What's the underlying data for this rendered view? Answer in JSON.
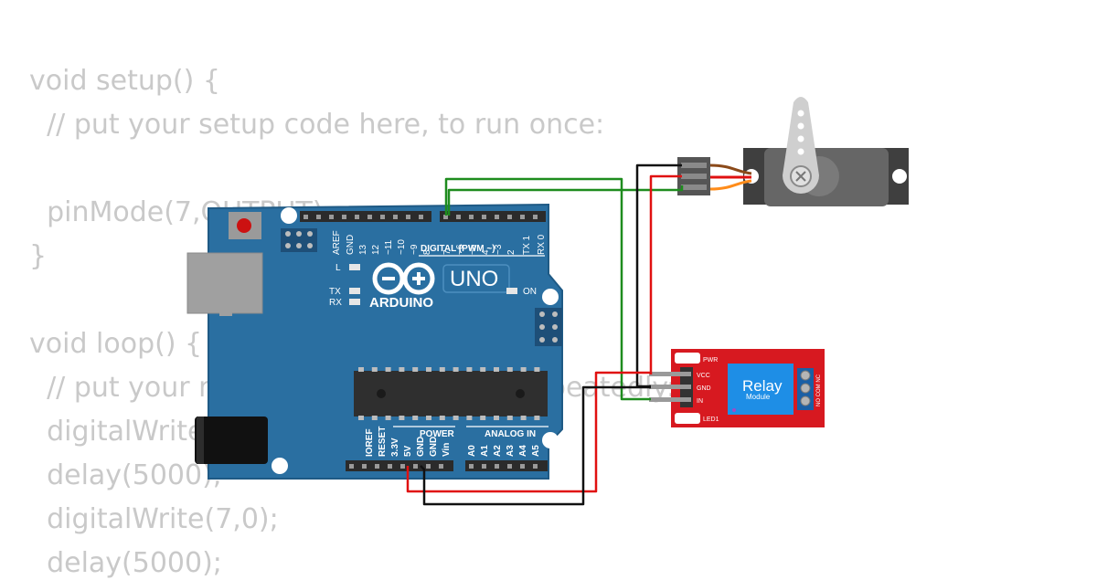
{
  "code_lines": [
    "void setup() {",
    "  // put your setup code here, to run once:",
    "",
    "  pinMode(7,OUTPUT);",
    "}",
    "",
    "void loop() {",
    "  // put your main code here, to run repeatedly:",
    "  digitalWrite(7,1);",
    "  delay(5000);",
    "  digitalWrite(7,0);",
    "  delay(5000);"
  ],
  "arduino": {
    "brand": "ARDUINO",
    "model": "UNO",
    "on_label": "ON",
    "l_label": "L",
    "tx_label": "TX",
    "rx_label": "RX",
    "digital_label": "DIGITAL (PWM ~)",
    "power_label": "POWER",
    "analog_label": "ANALOG IN",
    "top_pins": [
      "AREF",
      "GND",
      "13",
      "12",
      "~11",
      "~10",
      "~9",
      "8",
      "7",
      "~6",
      "~5",
      "4",
      "~3",
      "2",
      "TX 1",
      "RX 0"
    ],
    "power_pins": [
      "IOREF",
      "RESET",
      "3.3V",
      "5V",
      "GND",
      "GND",
      "Vin"
    ],
    "analog_pins": [
      "A0",
      "A1",
      "A2",
      "A3",
      "A4",
      "A5"
    ]
  },
  "relay": {
    "title": "Relay",
    "subtitle": "Module",
    "pins": [
      "VCC",
      "GND",
      "IN"
    ],
    "pwr_label": "PWR",
    "led_label": "LED1",
    "terminal_label": "NO COM NC"
  },
  "colors": {
    "board": "#2a6fa1",
    "relay": "#d71920",
    "wire_signal": "#1e8c1e",
    "wire_power": "#e01010",
    "wire_ground": "#111111",
    "servo_body": "#666666"
  }
}
